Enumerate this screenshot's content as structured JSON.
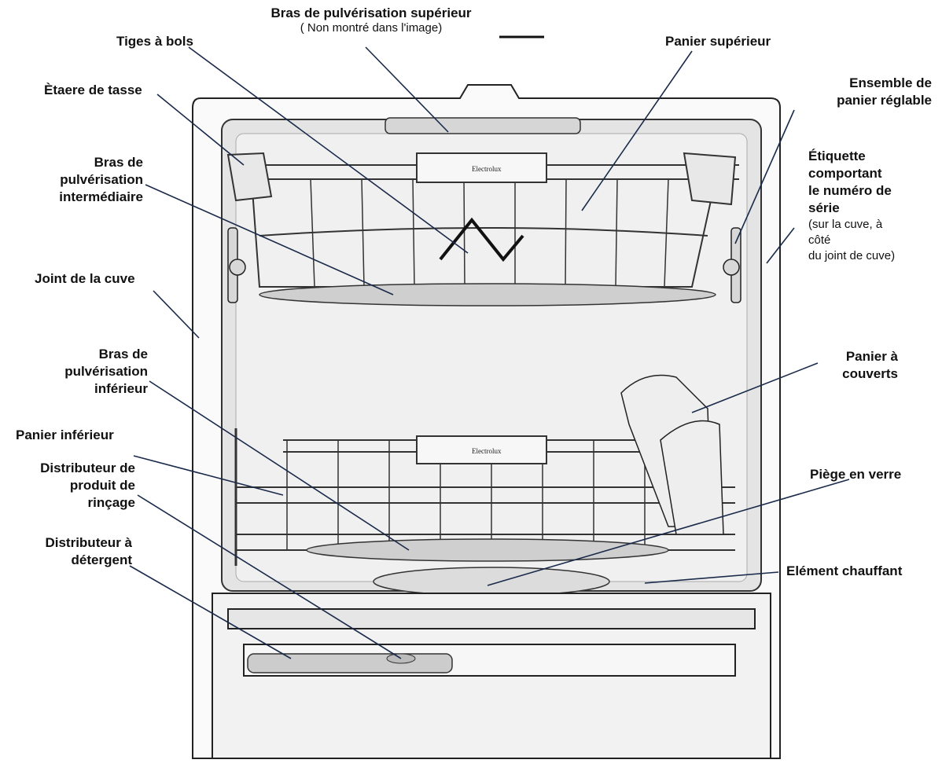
{
  "labels": {
    "upper_spray_arm": "Bras de pulvérisation supérieur",
    "upper_spray_arm_note": "( Non montré dans l'image)",
    "bowl_tines": "Tiges à bols",
    "upper_rack": "Panier supérieur",
    "cup_shelf": "Ètaere de tasse",
    "adjustable_rack_1": "Ensemble de",
    "adjustable_rack_2": "panier réglable",
    "mid_spray_arm_1": "Bras de",
    "mid_spray_arm_2": "pulvérisation",
    "mid_spray_arm_3": "intermédiaire",
    "serial_label_1": "Étiquette",
    "serial_label_2": "comportant",
    "serial_label_3": "le numéro de",
    "serial_label_4": "série",
    "serial_label_5": "(sur la cuve, à",
    "serial_label_6": "côté",
    "serial_label_7": "du joint de cuve)",
    "tub_gasket": "Joint de la cuve",
    "lower_spray_arm_1": "Bras de",
    "lower_spray_arm_2": "pulvérisation",
    "lower_spray_arm_3": "inférieur",
    "silverware_basket_1": "Panier à",
    "silverware_basket_2": "couverts",
    "lower_rack": "Panier inférieur",
    "rinse_dispenser_1": "Distributeur de",
    "rinse_dispenser_2": "produit de",
    "rinse_dispenser_3": "rinçage",
    "glass_trap": "Piège en verre",
    "detergent_dispenser_1": "Distributeur à",
    "detergent_dispenser_2": "détergent",
    "heating_element": "Elément chauffant"
  },
  "brand_text": "Electrolux"
}
